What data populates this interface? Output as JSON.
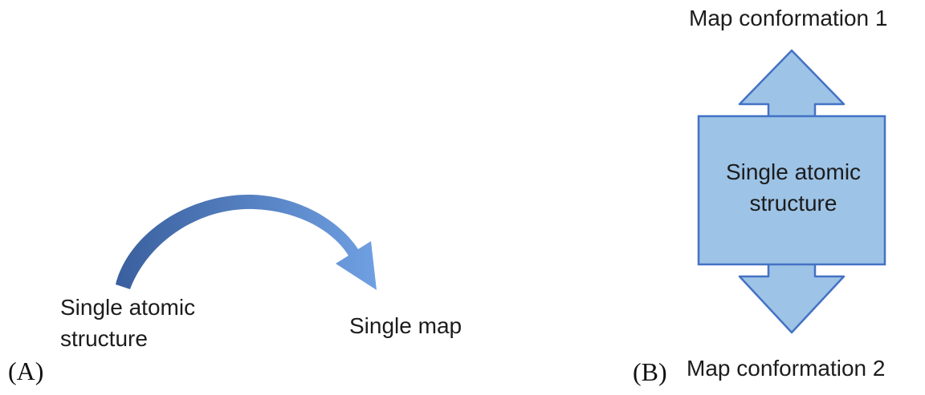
{
  "panel_a": {
    "tag": "(A)",
    "source_line1": "Single atomic",
    "source_line2": "structure",
    "target_label": "Single map",
    "arrow_name": "curved arrow from structure to map"
  },
  "panel_b": {
    "tag": "(B)",
    "top_label": "Map conformation 1",
    "bottom_label": "Map conformation 2",
    "box_line1": "Single atomic",
    "box_line2": "structure",
    "arrow_name": "double-headed vertical arrow"
  },
  "colors": {
    "curved_arrow_start": "#3a5f9e",
    "curved_arrow_end": "#6fa0e2",
    "curved_arrow_stroke": "#2f5496",
    "shape_fill": "#9dc3e6",
    "shape_border": "#4472c4",
    "text_color": "#1c1c1c"
  }
}
